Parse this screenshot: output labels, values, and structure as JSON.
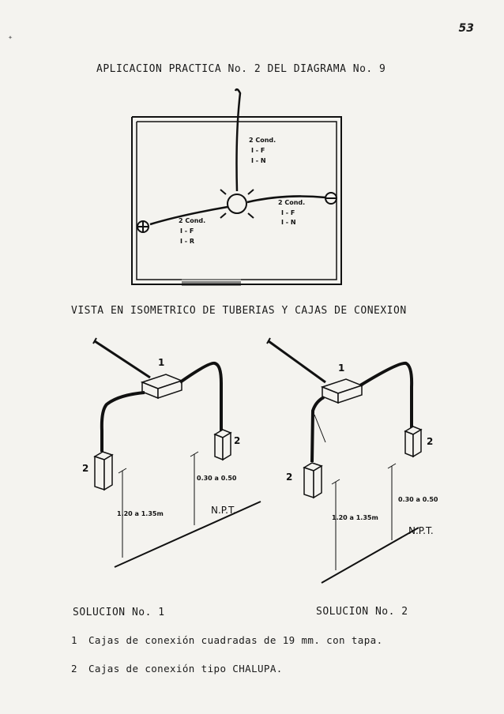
{
  "page": {
    "number": "53",
    "title": "APLICACION PRACTICA No. 2 DEL DIAGRAMA No. 9",
    "subtitle": "VISTA EN ISOMETRICO DE TUBERIAS Y CAJAS DE CONEXION"
  },
  "plan": {
    "label_top": [
      "2 Cond.",
      "I - F",
      "I - N"
    ],
    "label_right": [
      "2 Cond.",
      "I - F",
      "I - N"
    ],
    "label_left": [
      "2 Cond.",
      "I - F",
      "I - R"
    ]
  },
  "iso_left": {
    "box1_label": "1",
    "box2_left_label": "2",
    "box2_right_label": "2",
    "height_low": "1.20 a 1.35m",
    "height_high": "0.30 a 0.50",
    "floor_label": "N.P.T."
  },
  "iso_right": {
    "box1_label": "1",
    "box2_left_label": "2",
    "box2_right_label": "2",
    "height_low": "1.20 a 1.35m",
    "height_high": "0.30 a 0.50",
    "floor_label": "N.P.T."
  },
  "solutions": {
    "left": "SOLUCION No. 1",
    "right": "SOLUCION No. 2"
  },
  "notes": [
    {
      "num": "1",
      "text": "Cajas de conexión cuadradas de 19 mm. con tapa."
    },
    {
      "num": "2",
      "text": "Cajas de conexión tipo CHALUPA."
    }
  ]
}
